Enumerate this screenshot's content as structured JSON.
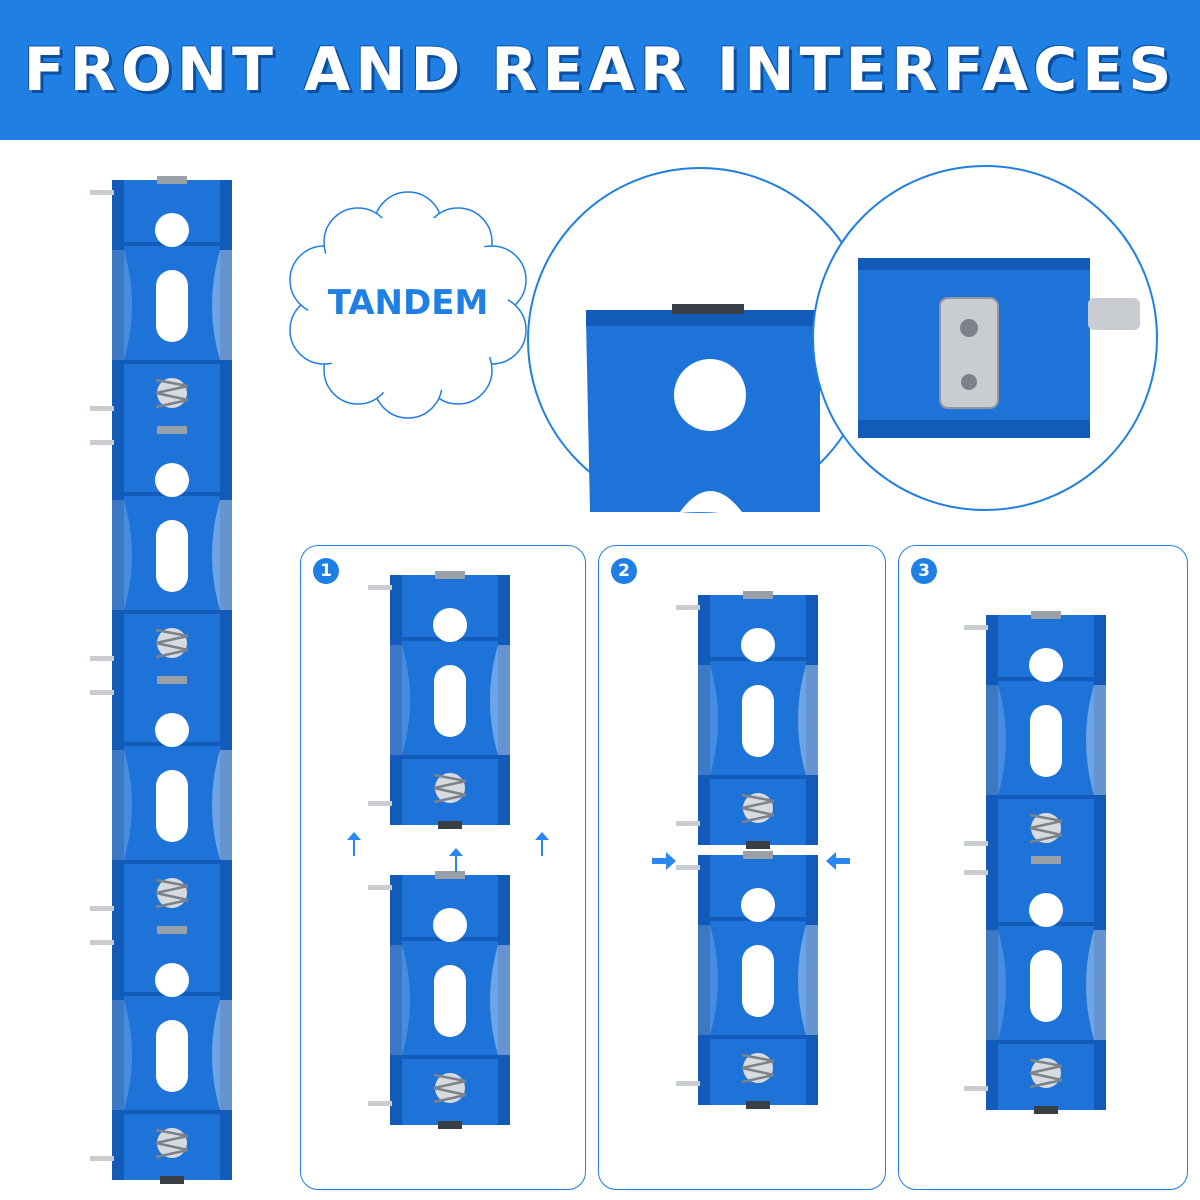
{
  "banner": {
    "title": "FRONT AND REAR INTERFACES"
  },
  "tandem": {
    "label": "TANDEM"
  },
  "steps": [
    {
      "number": "1"
    },
    {
      "number": "2"
    },
    {
      "number": "3"
    }
  ],
  "colors": {
    "banner": "#1f7fe3",
    "holder": "#1e73d9",
    "holder_dark": "#135bb8",
    "metal": "#c9ccd1",
    "arrow": "#2a86f0"
  }
}
